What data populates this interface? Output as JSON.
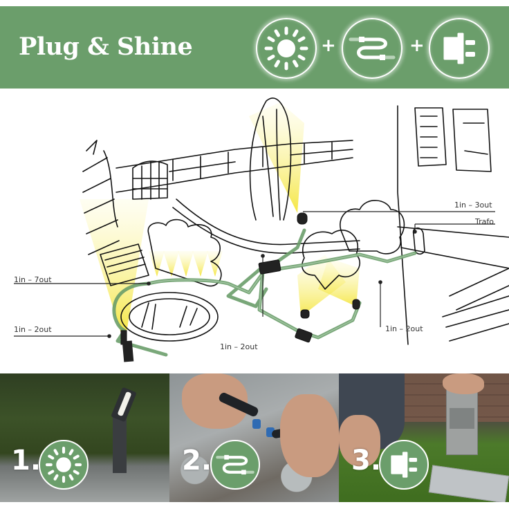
{
  "header": {
    "title": "Plug & Shine",
    "background_color": "#6b9e6b",
    "icons": [
      {
        "name": "sun-icon",
        "meaning": "light"
      },
      {
        "name": "cable-icon",
        "meaning": "cable"
      },
      {
        "name": "plug-icon",
        "meaning": "power plug"
      }
    ],
    "plus_1": "+",
    "plus_2": "+"
  },
  "diagram": {
    "callouts": {
      "c1": "1in – 7out",
      "c2": "1in – 2out",
      "c3": "1in – 2out",
      "c4": "1in – 2out",
      "c5": "1in – 3out",
      "c6": "Trafo"
    },
    "cable_color": "#6b9e6b",
    "light_color": "#f5e53a"
  },
  "steps": [
    {
      "number": "1.",
      "icon": "sun-icon"
    },
    {
      "number": "2.",
      "icon": "cable-icon"
    },
    {
      "number": "3.",
      "icon": "plug-icon"
    }
  ]
}
